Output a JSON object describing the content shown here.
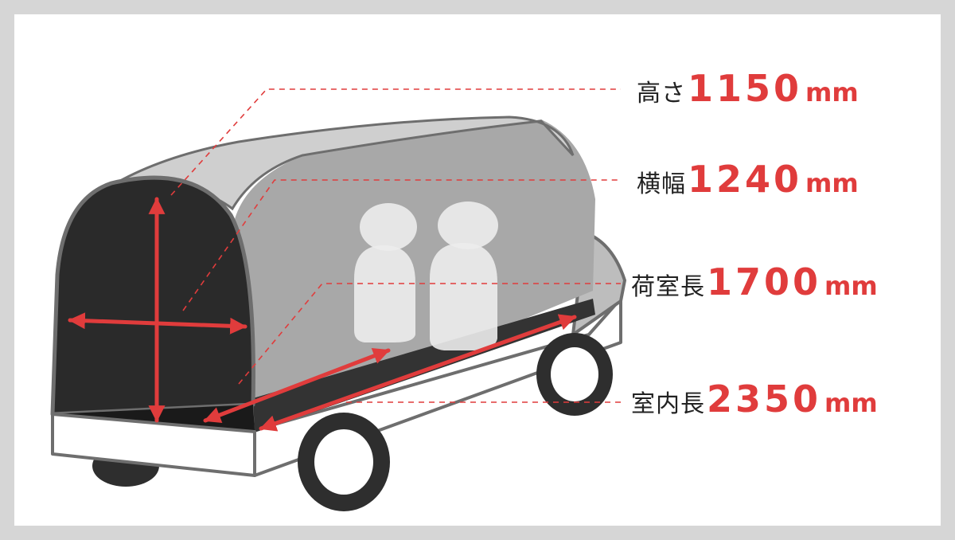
{
  "dimensions": [
    {
      "label": "高さ",
      "value": "1150",
      "unit": "mm"
    },
    {
      "label": "横幅",
      "value": "1240",
      "unit": "mm"
    },
    {
      "label": "荷室長",
      "value": "1700",
      "unit": "mm"
    },
    {
      "label": "室内長",
      "value": "2350",
      "unit": "mm"
    }
  ],
  "colors": {
    "accent": "#e03c3c",
    "body_gray": "#a8a8a8",
    "roof_light": "#cfcfcf",
    "interior_dark": "#2a2a2a",
    "tire": "#2e2e2e"
  }
}
